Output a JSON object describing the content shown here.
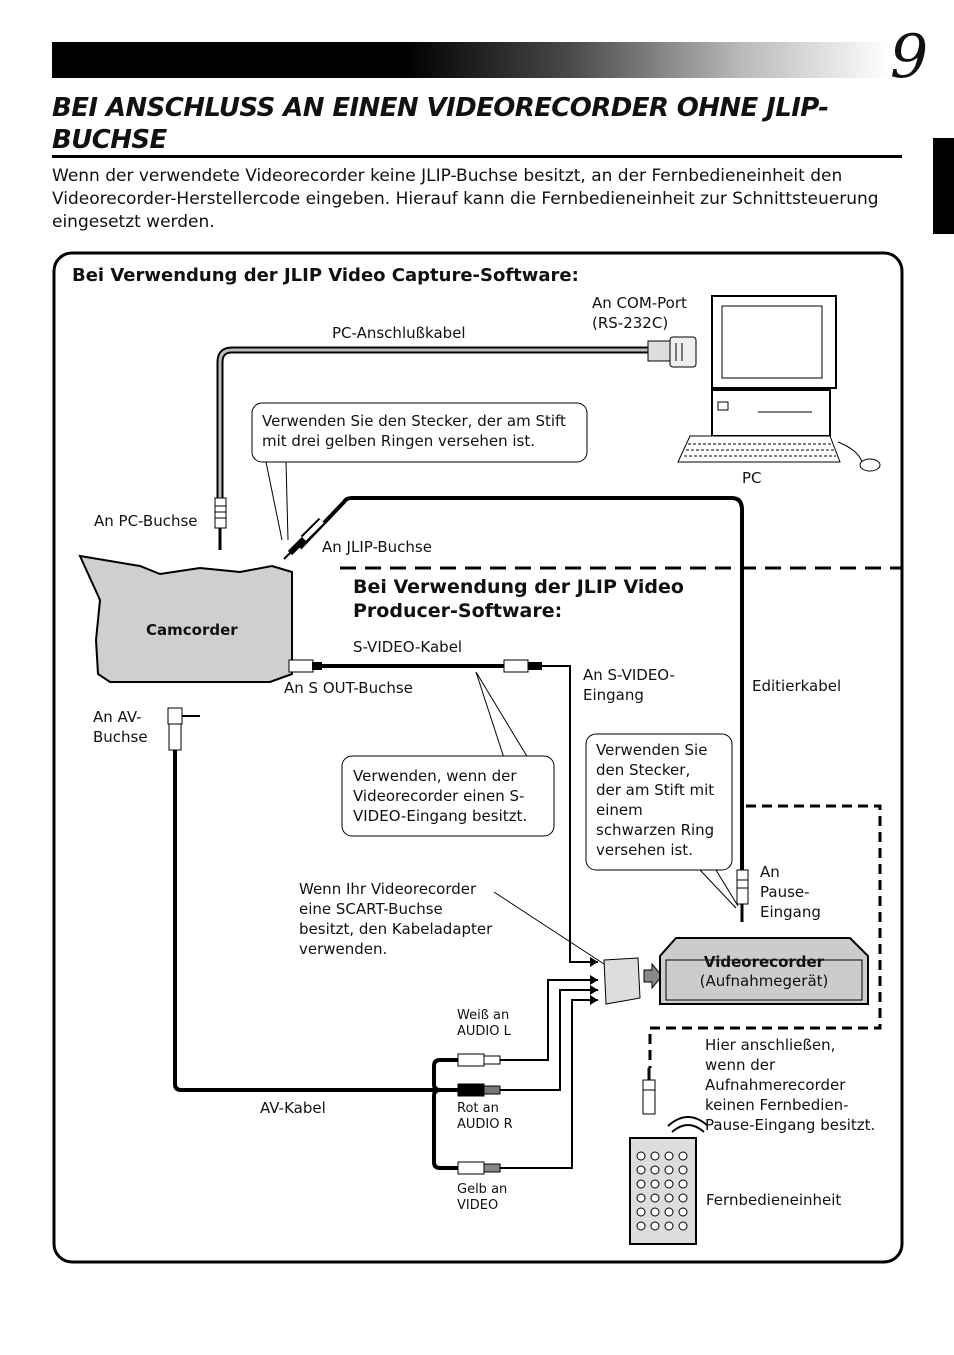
{
  "page": {
    "number": "9"
  },
  "heading": {
    "title": "BEI ANSCHLUSS AN EINEN VIDEORECORDER OHNE JLIP-BUCHSE",
    "intro": "Wenn der verwendete Videorecorder keine JLIP-Buchse besitzt, an der Fernbedieneinheit den Videorecorder-Herstellercode eingeben. Hierauf kann die Fernbedieneinheit zur Schnittsteuerung eingesetzt werden."
  },
  "diagram": {
    "section_capture": "Bei Verwendung der JLIP Video Capture-Software:",
    "section_producer": "Bei Verwendung der JLIP Video Producer-Software:",
    "labels": {
      "com_port": "An COM-Port\n(RS-232C)",
      "pc_cable": "PC-Anschlußkabel",
      "pc": "PC",
      "pc_jack": "An PC-Buchse",
      "jlip_jack": "An JLIP-Buchse",
      "camcorder": "Camcorder",
      "svideo_cable": "S-VIDEO-Kabel",
      "s_out_jack": "An S OUT-Buchse",
      "svideo_input": "An S-VIDEO-\nEingang",
      "edit_cable": "Editierkabel",
      "av_jack": "An AV-\nBuchse",
      "pause_input": "An\nPause-\nEingang",
      "scart_note": "Wenn Ihr Videorecorder\neine SCART-Buchse\nbesitzt, den Kabeladapter\nverwenden.",
      "vcr_name": "Videorecorder",
      "vcr_role": "(Aufnahmegerät)",
      "white_audio_l": "Weiß an\nAUDIO L",
      "red_audio_r": "Rot an\nAUDIO R",
      "yellow_video": "Gelb an\nVIDEO",
      "av_cable": "AV-Kabel",
      "remote_note": "Hier anschließen,\nwenn der\nAufnahmerecorder\nkeinen Fernbedien-\nPause-Eingang besitzt.",
      "remote": "Fernbedieneinheit"
    },
    "callouts": {
      "three_yellow_rings": "Verwenden Sie den Stecker, der am Stift\nmit drei gelben Ringen versehen ist.",
      "svideo_use": "Verwenden, wenn der\nVideorecorder einen S-\nVIDEO-Eingang besitzt.",
      "black_ring": "Verwenden Sie\nden Stecker,\nder am Stift mit\neinem\nschwarzen Ring\nversehen ist."
    }
  }
}
